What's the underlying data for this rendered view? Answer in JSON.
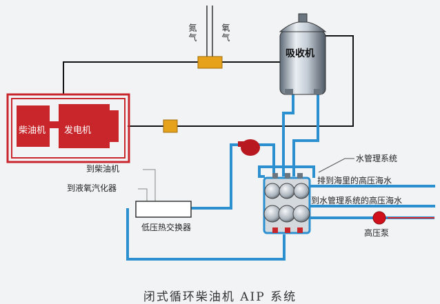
{
  "caption": "闭式循环柴油机 AIP 系统",
  "labels": {
    "nitrogen": "氮气",
    "oxygen": "氧气",
    "absorber": "吸收机",
    "diesel_engine": "柴油机",
    "generator": "发电机",
    "to_diesel_engine": "到柴油机",
    "to_lox_vaporizer": "到液氧汽化器",
    "low_pressure_heat_exchanger": "低压热交换器",
    "water_management_system": "水管理系统",
    "discharge_high_pressure_seawater": "排到海里的高压海水",
    "to_water_mgmt_high_pressure_seawater": "到水管理系统的高压海水",
    "high_pressure_pump": "高压泵"
  },
  "colors": {
    "background": "#f1f3f5",
    "pipe_blue": "#2b8fd0",
    "pipe_black": "#111111",
    "engine_red": "#c8262a",
    "valve_gold": "#e7a21b",
    "pump_red": "#b8181f"
  }
}
